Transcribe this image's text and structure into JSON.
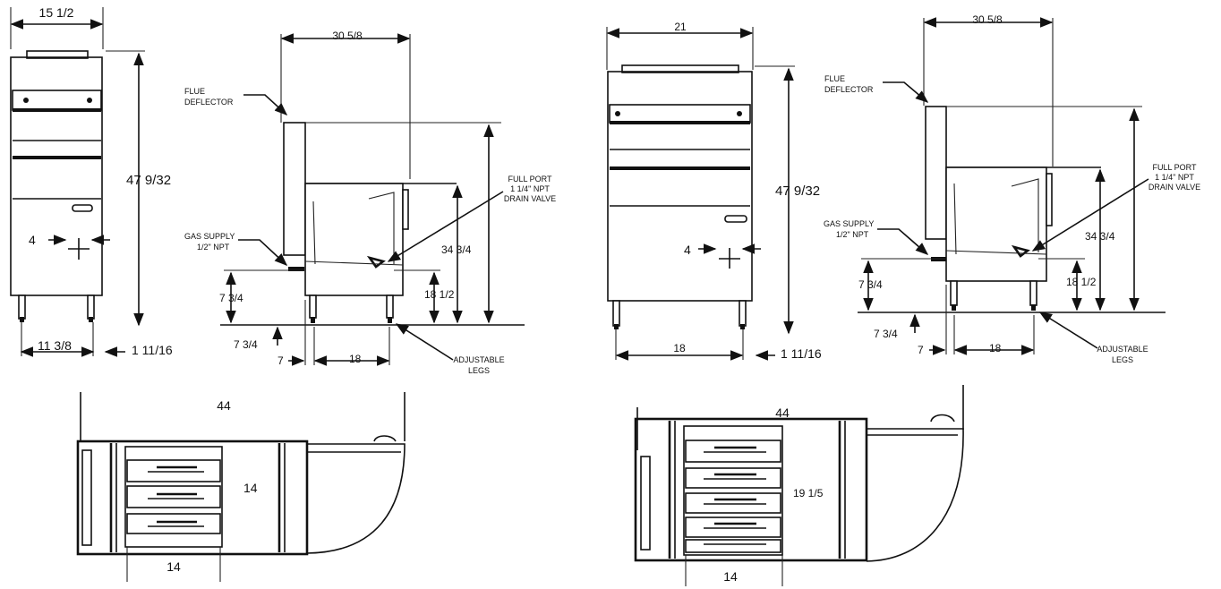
{
  "front_view_a": {
    "width": "15 1/2",
    "height": "47 9/32",
    "gas_offset": "4",
    "leg_span": "11 3/8",
    "leg_side": "1 11/16"
  },
  "side_view_a": {
    "depth": "30 5/8",
    "flue_line1": "FLUE",
    "flue_line2": "DEFLECTOR",
    "drain_line1": "FULL PORT",
    "drain_line2": "1 1/4\" NPT",
    "drain_line3": "DRAIN VALVE",
    "gas_line1": "GAS SUPPLY",
    "gas_line2": "1/2\" NPT",
    "gas_height": "7 3/4",
    "drain_height": "18 1/2",
    "fry_height": "34 3/4",
    "floor_offset": "7 3/4",
    "front_offset": "7",
    "leg_depth": "18",
    "legs_line1": "ADJUSTABLE",
    "legs_line2": "LEGS"
  },
  "front_view_b": {
    "width": "21",
    "height": "47 9/32",
    "gas_offset": "4",
    "leg_span": "18",
    "leg_side": "1 11/16"
  },
  "side_view_b": {
    "depth": "30 5/8",
    "flue_line1": "FLUE",
    "flue_line2": "DEFLECTOR",
    "drain_line1": "FULL PORT",
    "drain_line2": "1 1/4\" NPT",
    "drain_line3": "DRAIN VALVE",
    "gas_line1": "GAS SUPPLY",
    "gas_line2": "1/2\" NPT",
    "gas_height": "7 3/4",
    "drain_height": "18 1/2",
    "fry_height": "34 3/4",
    "floor_offset": "7 3/4",
    "front_offset": "7",
    "leg_depth": "18",
    "legs_line1": "ADJUSTABLE",
    "legs_line2": "LEGS"
  },
  "top_view_a": {
    "clearance": "44",
    "basket_depth": "14",
    "basket_width": "14"
  },
  "top_view_b": {
    "clearance": "44",
    "basket_depth": "19 1/5",
    "basket_width": "14"
  }
}
